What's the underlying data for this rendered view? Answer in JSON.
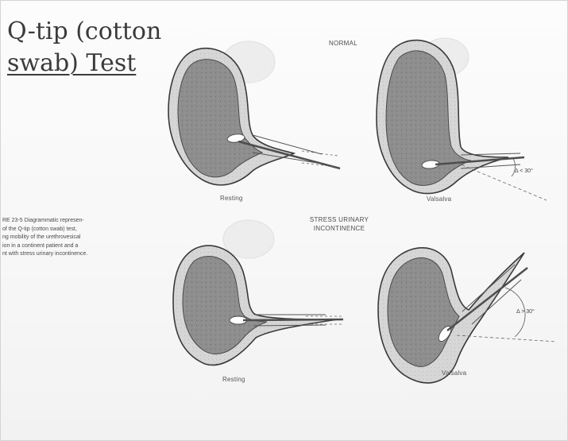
{
  "slide": {
    "title_line1": "Q-tip (cotton",
    "title_line2": "swab) Test",
    "caption": "RE 23-5  Diagrammatic represen-\n of the Q-tip (cotton swab) test,\nng mobility of the urethrovesical\nion in a continent patient and a\nnt with stress urinary incontinence."
  },
  "figure": {
    "heading_normal": "NORMAL",
    "heading_sui": "STRESS URINARY\nINCONTINENCE",
    "panels": [
      {
        "label": "Resting",
        "angle": ""
      },
      {
        "label": "Valsalva",
        "angle": "Δ < 30°"
      },
      {
        "label": "Resting",
        "angle": ""
      },
      {
        "label": "Valsalva",
        "angle": "Δ > 30°"
      }
    ]
  },
  "colors": {
    "bladder_wall": "#d2d2d2",
    "bladder_inner": "#8e8e8e",
    "outline": "#3a3a3a",
    "qtip": "#5a5a5a"
  }
}
